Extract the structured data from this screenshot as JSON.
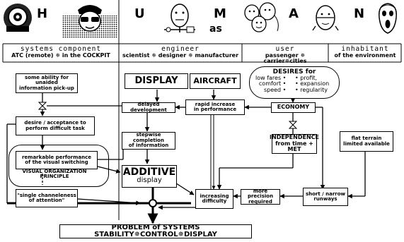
{
  "title_letters": [
    "H",
    "U",
    "M",
    "A",
    "N"
  ],
  "title_suffix": "as",
  "columns": [
    {
      "title": "systems  component",
      "sub": "ATC (remote) ✵ in the COCKPIT"
    },
    {
      "title": "engineer",
      "sub": "scientist ✵ designer ✵ manufacturer"
    },
    {
      "title": "user",
      "sub": "passenger ✵ carrier✵cities"
    },
    {
      "title": "inhabitant",
      "sub": "of the environment"
    }
  ],
  "boxes": {
    "pickup": "some ability for unaided\ninformation pick-up",
    "display": "DISPLAY",
    "aircraft": "AIRCRAFT",
    "delayed": "delayed development",
    "rapid": "rapid increase\nin performance",
    "economy": "ECONOMY",
    "desire": "desire / acceptance  to\nperform difficult task",
    "stepwise": "stepwise completion\nof information",
    "independence": "INDEPENDENCE\nfrom time + MET",
    "flat": "flat terrain\nlimited available",
    "remarkable": "remarkable performance\nof the visual switching",
    "additive": "ADDITIVE",
    "additive_sub": "display",
    "single": "\"single channeleness\nof attention\"",
    "increasing": "increasing\ndifficulty",
    "precision": "more precision\nrequired",
    "short": "short / narrow\nrunways",
    "problem": "PROBLEM of SYSTEMS STABILITY✵CONTROL✵DISPLAY"
  },
  "desires": {
    "title": "DESIRES for",
    "left": "low fares •\ncomfort •\nspeed •",
    "right": "• profit,\n• expansion\n• regularity"
  },
  "visual_org": "VISUAL ORGANIZATION\nPRINCIPLE",
  "icons": [
    "radar-operator-icon",
    "pilot-face-icon",
    "egg-scientist-icon",
    "crowd-faces-icon",
    "egg-face-icon",
    "screaming-face-icon"
  ]
}
